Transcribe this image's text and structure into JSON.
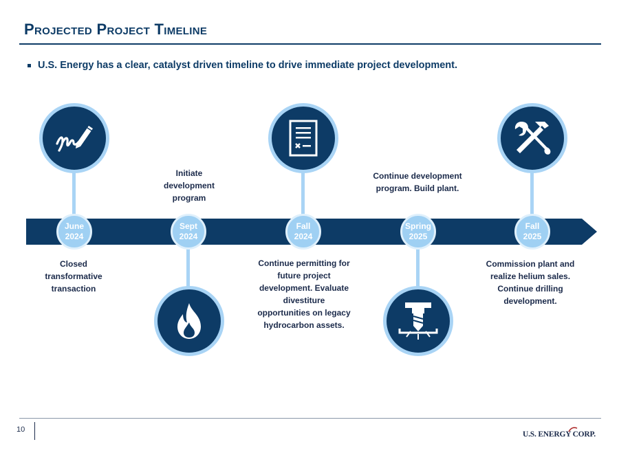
{
  "header": {
    "title": "Projected Project Timeline",
    "bullet": "U.S. Energy has a clear, catalyst driven timeline to drive immediate project development."
  },
  "timeline": {
    "milestones": [
      {
        "date_line1": "June",
        "date_line2": "2024",
        "icon": "signature-pen-icon",
        "note": "Closed transformative transaction"
      },
      {
        "date_line1": "Sept",
        "date_line2": "2024",
        "icon": "flame-icon",
        "note": "Initiate development program"
      },
      {
        "date_line1": "Fall",
        "date_line2": "2024",
        "icon": "permit-document-icon",
        "note": "Continue permitting for future project development. Evaluate divestiture opportunities on legacy hydrocarbon assets."
      },
      {
        "date_line1": "Spring",
        "date_line2": "2025",
        "icon": "drill-bit-icon",
        "note": "Continue development program. Build plant."
      },
      {
        "date_line1": "Fall",
        "date_line2": "2025",
        "icon": "tools-icon",
        "note": "Commission plant and realize helium sales. Continue drilling development."
      }
    ]
  },
  "footer": {
    "page_number": "10",
    "logo_text": "U.S. ENERGY CORP."
  },
  "colors": {
    "navy": "#0d3b66",
    "light_blue": "#a9d4f5",
    "date_circle": "#9fd0f3"
  }
}
